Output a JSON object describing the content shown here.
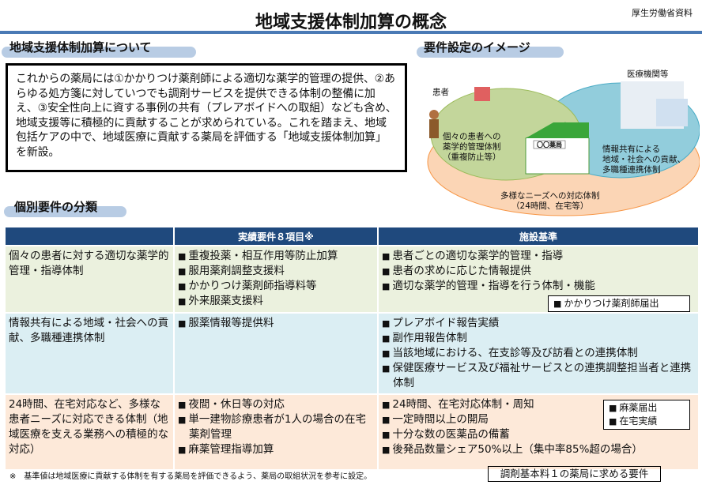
{
  "header": {
    "title": "地域支援体制加算の概念",
    "source": "厚生労働省資料"
  },
  "about": {
    "heading": "地域支援体制加算について",
    "text": "これからの薬局には①かかりつけ薬剤師による適切な薬学的管理の提供、②あらゆる処方箋に対していつでも調剤サービスを提供できる体制の整備に加え、③安全性向上に資する事例の共有（プレアボイドへの取組）なども含め、地域支援等に積極的に貢献することが求められている。これを踏まえ、地域包括ケアの中で、地域医療に貢献する薬局を評価する「地域支援体制加算」を新設。"
  },
  "image": {
    "heading": "要件設定のイメージ",
    "patient": "患者",
    "medical": "医療機関等",
    "pharmacy_sign": "〇〇薬局",
    "green": "個々の患者への\n薬学的管理体制\n（重複防止等）",
    "blue": "情報共有による\n地域・社会への貢献、\n多職種連携体制",
    "orange": "多様なニーズへの対応体制\n（24時間、在宅等）"
  },
  "classification": {
    "heading": "個別要件の分類",
    "columns": [
      "",
      "実績要件８項目※",
      "施設基準"
    ],
    "rows": [
      {
        "category": "個々の患者に対する適切な薬学的管理・指導体制",
        "performance": [
          "重複投薬・相互作用等防止加算",
          "服用薬剤調整支援料",
          "かかりつけ薬剤師指導料等",
          "外来服薬支援料"
        ],
        "facility": [
          "患者ごとの適切な薬学的管理・指導",
          "患者の求めに応じた情報提供",
          "適切な薬学的管理・指導を行う体制・機能"
        ],
        "notes": [
          "かかりつけ薬剤師届出"
        ]
      },
      {
        "category": "情報共有による地域・社会への貢献、多職種連携体制",
        "performance": [
          "服薬情報等提供料"
        ],
        "facility": [
          "プレアボイド報告実績",
          "副作用報告体制",
          "当該地域における、在支診等及び訪看との連携体制",
          "保健医療サービス及び福祉サービスとの連携調整担当者と連携体制"
        ],
        "notes": []
      },
      {
        "category": "24時間、在宅対応など、多様な患者ニーズに対応できる体制（地域医療を支える業務への積極的な対応）",
        "performance": [
          "夜間・休日等の対応",
          "単一建物診療患者が1人の場合の在宅薬剤管理",
          "麻薬管理指導加算"
        ],
        "facility": [
          "24時間、在宅対応体制・周知",
          "一定時間以上の開局",
          "十分な数の医薬品の備蓄",
          "後発品数量シェア50%以上（集中率85%超の場合）"
        ],
        "notes": [
          "麻薬届出",
          "在宅実績"
        ]
      }
    ]
  },
  "footnote": "※　基準値は地域医療に貢献する体制を有する薬局を評価できるよう、薬局の取組状況を参考に設定。",
  "legend_box": "調剤基本料１の薬局に求める要件"
}
